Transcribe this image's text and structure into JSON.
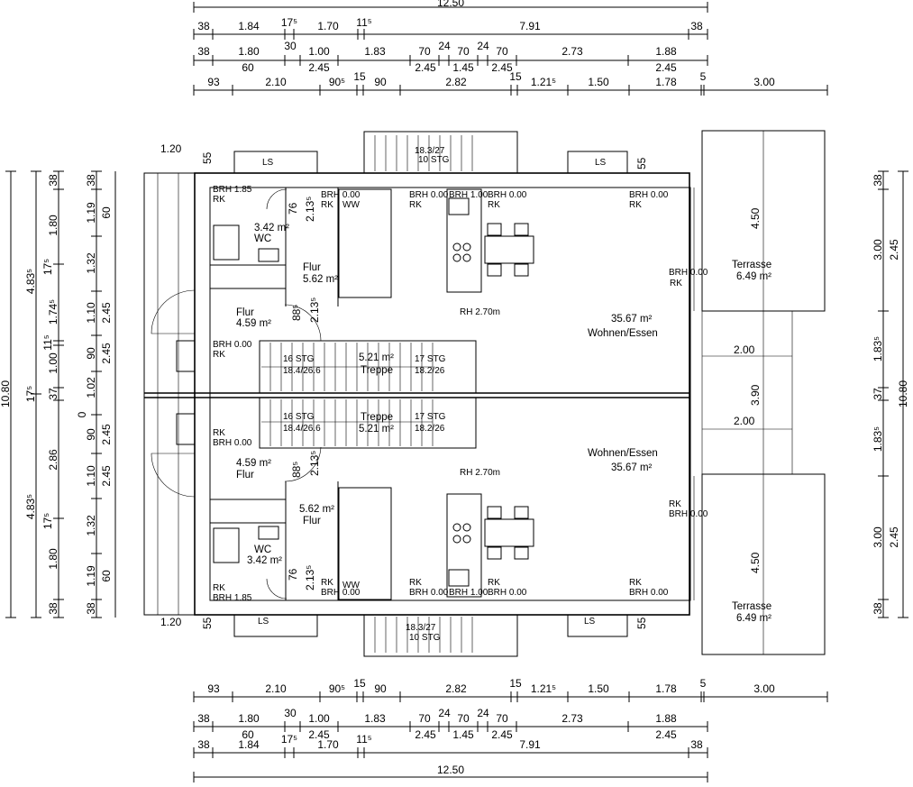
{
  "dimensions": {
    "top_rows": [
      [
        "38",
        "1.84",
        "17⁵",
        "1.70",
        "11⁵",
        "7.91",
        "38"
      ],
      [
        "38",
        "1.80",
        "30",
        "1.00",
        "1.83",
        "70",
        "24",
        "70",
        "24",
        "70",
        "2.73",
        "1.88"
      ],
      [
        "60",
        "2.45",
        "2.45",
        "1.45",
        "2.45",
        "2.45"
      ],
      [
        "93",
        "2.10",
        "90⁵",
        "15",
        "90",
        "2.82",
        "15",
        "1.21⁵",
        "1.50",
        "1.78",
        "5",
        "3.00"
      ]
    ],
    "top_total": "12.50",
    "bottom_rows": [
      [
        "93",
        "2.10",
        "90⁵",
        "15",
        "90",
        "2.82",
        "15",
        "1.21⁵",
        "1.50",
        "1.78",
        "5",
        "3.00"
      ],
      [
        "38",
        "1.80",
        "30",
        "1.00",
        "1.83",
        "70",
        "24",
        "70",
        "24",
        "70",
        "2.73",
        "1.88"
      ],
      [
        "60",
        "2.45",
        "2.45",
        "1.45",
        "2.45",
        "2.45"
      ],
      [
        "38",
        "1.84",
        "17⁵",
        "1.70",
        "11⁵",
        "7.91",
        "38"
      ]
    ],
    "bottom_total": "12.50",
    "left_outer": [
      "10.80"
    ],
    "left_col2": [
      "4.83⁵",
      "4.83⁵",
      "17⁵"
    ],
    "left_col3": [
      "38",
      "1.80",
      "17⁵",
      "1.74⁵",
      "1.00",
      "11⁵",
      "37",
      "2.86",
      "17⁵",
      "1.80",
      "38"
    ],
    "left_col4": [
      "38",
      "1.19",
      "1.32",
      "1.10",
      "90",
      "1.02",
      "0",
      "90",
      "1.10",
      "1.32",
      "1.19",
      "38"
    ],
    "left_col5": [
      "60",
      "2.45",
      "2.45",
      "2.45",
      "2.45",
      "60"
    ],
    "right_col1": [
      "38",
      "3.00",
      "1.83⁵",
      "37",
      "1.83⁵",
      "3.00",
      "38"
    ],
    "right_col2": [
      "2.45",
      "10.80",
      "2.45"
    ],
    "small": [
      "1.20",
      "1.20",
      "55",
      "55",
      "55",
      "55",
      "76",
      "76",
      "88⁵",
      "88⁵",
      "2.13⁵",
      "2.13⁵",
      "2.13⁵",
      "2.13⁵"
    ]
  },
  "rooms": {
    "wc": {
      "name": "WC",
      "area": "3.42 m²"
    },
    "flur_a": {
      "name": "Flur",
      "area": "5.62 m²"
    },
    "flur_b": {
      "name": "Flur",
      "area": "4.59 m²"
    },
    "treppe": {
      "name": "Treppe",
      "area": "5.21 m²"
    },
    "wohnen": {
      "name": "Wohnen/Essen",
      "area": "35.67 m²"
    },
    "terrasse": {
      "name": "Terrasse",
      "area": "6.49 m²"
    },
    "rh": "RH 2.70m"
  },
  "stairs": {
    "left": {
      "stg": "16 STG",
      "ratio": "18.4/26.6"
    },
    "right": {
      "stg": "17 STG",
      "ratio": "18.2/26"
    },
    "cellar": {
      "ratio": "18.3/27",
      "stg": "10 STG"
    }
  },
  "labels": {
    "brh_000": "BRH 0.00",
    "brh_100": "BRH 1.00",
    "brh_185": "BRH 1.85",
    "rk": "RK",
    "ls": "LS",
    "ww": "WW",
    "terrace_depth": "4.50",
    "terrace_gap": "3.90",
    "gap_width": "2.00"
  }
}
